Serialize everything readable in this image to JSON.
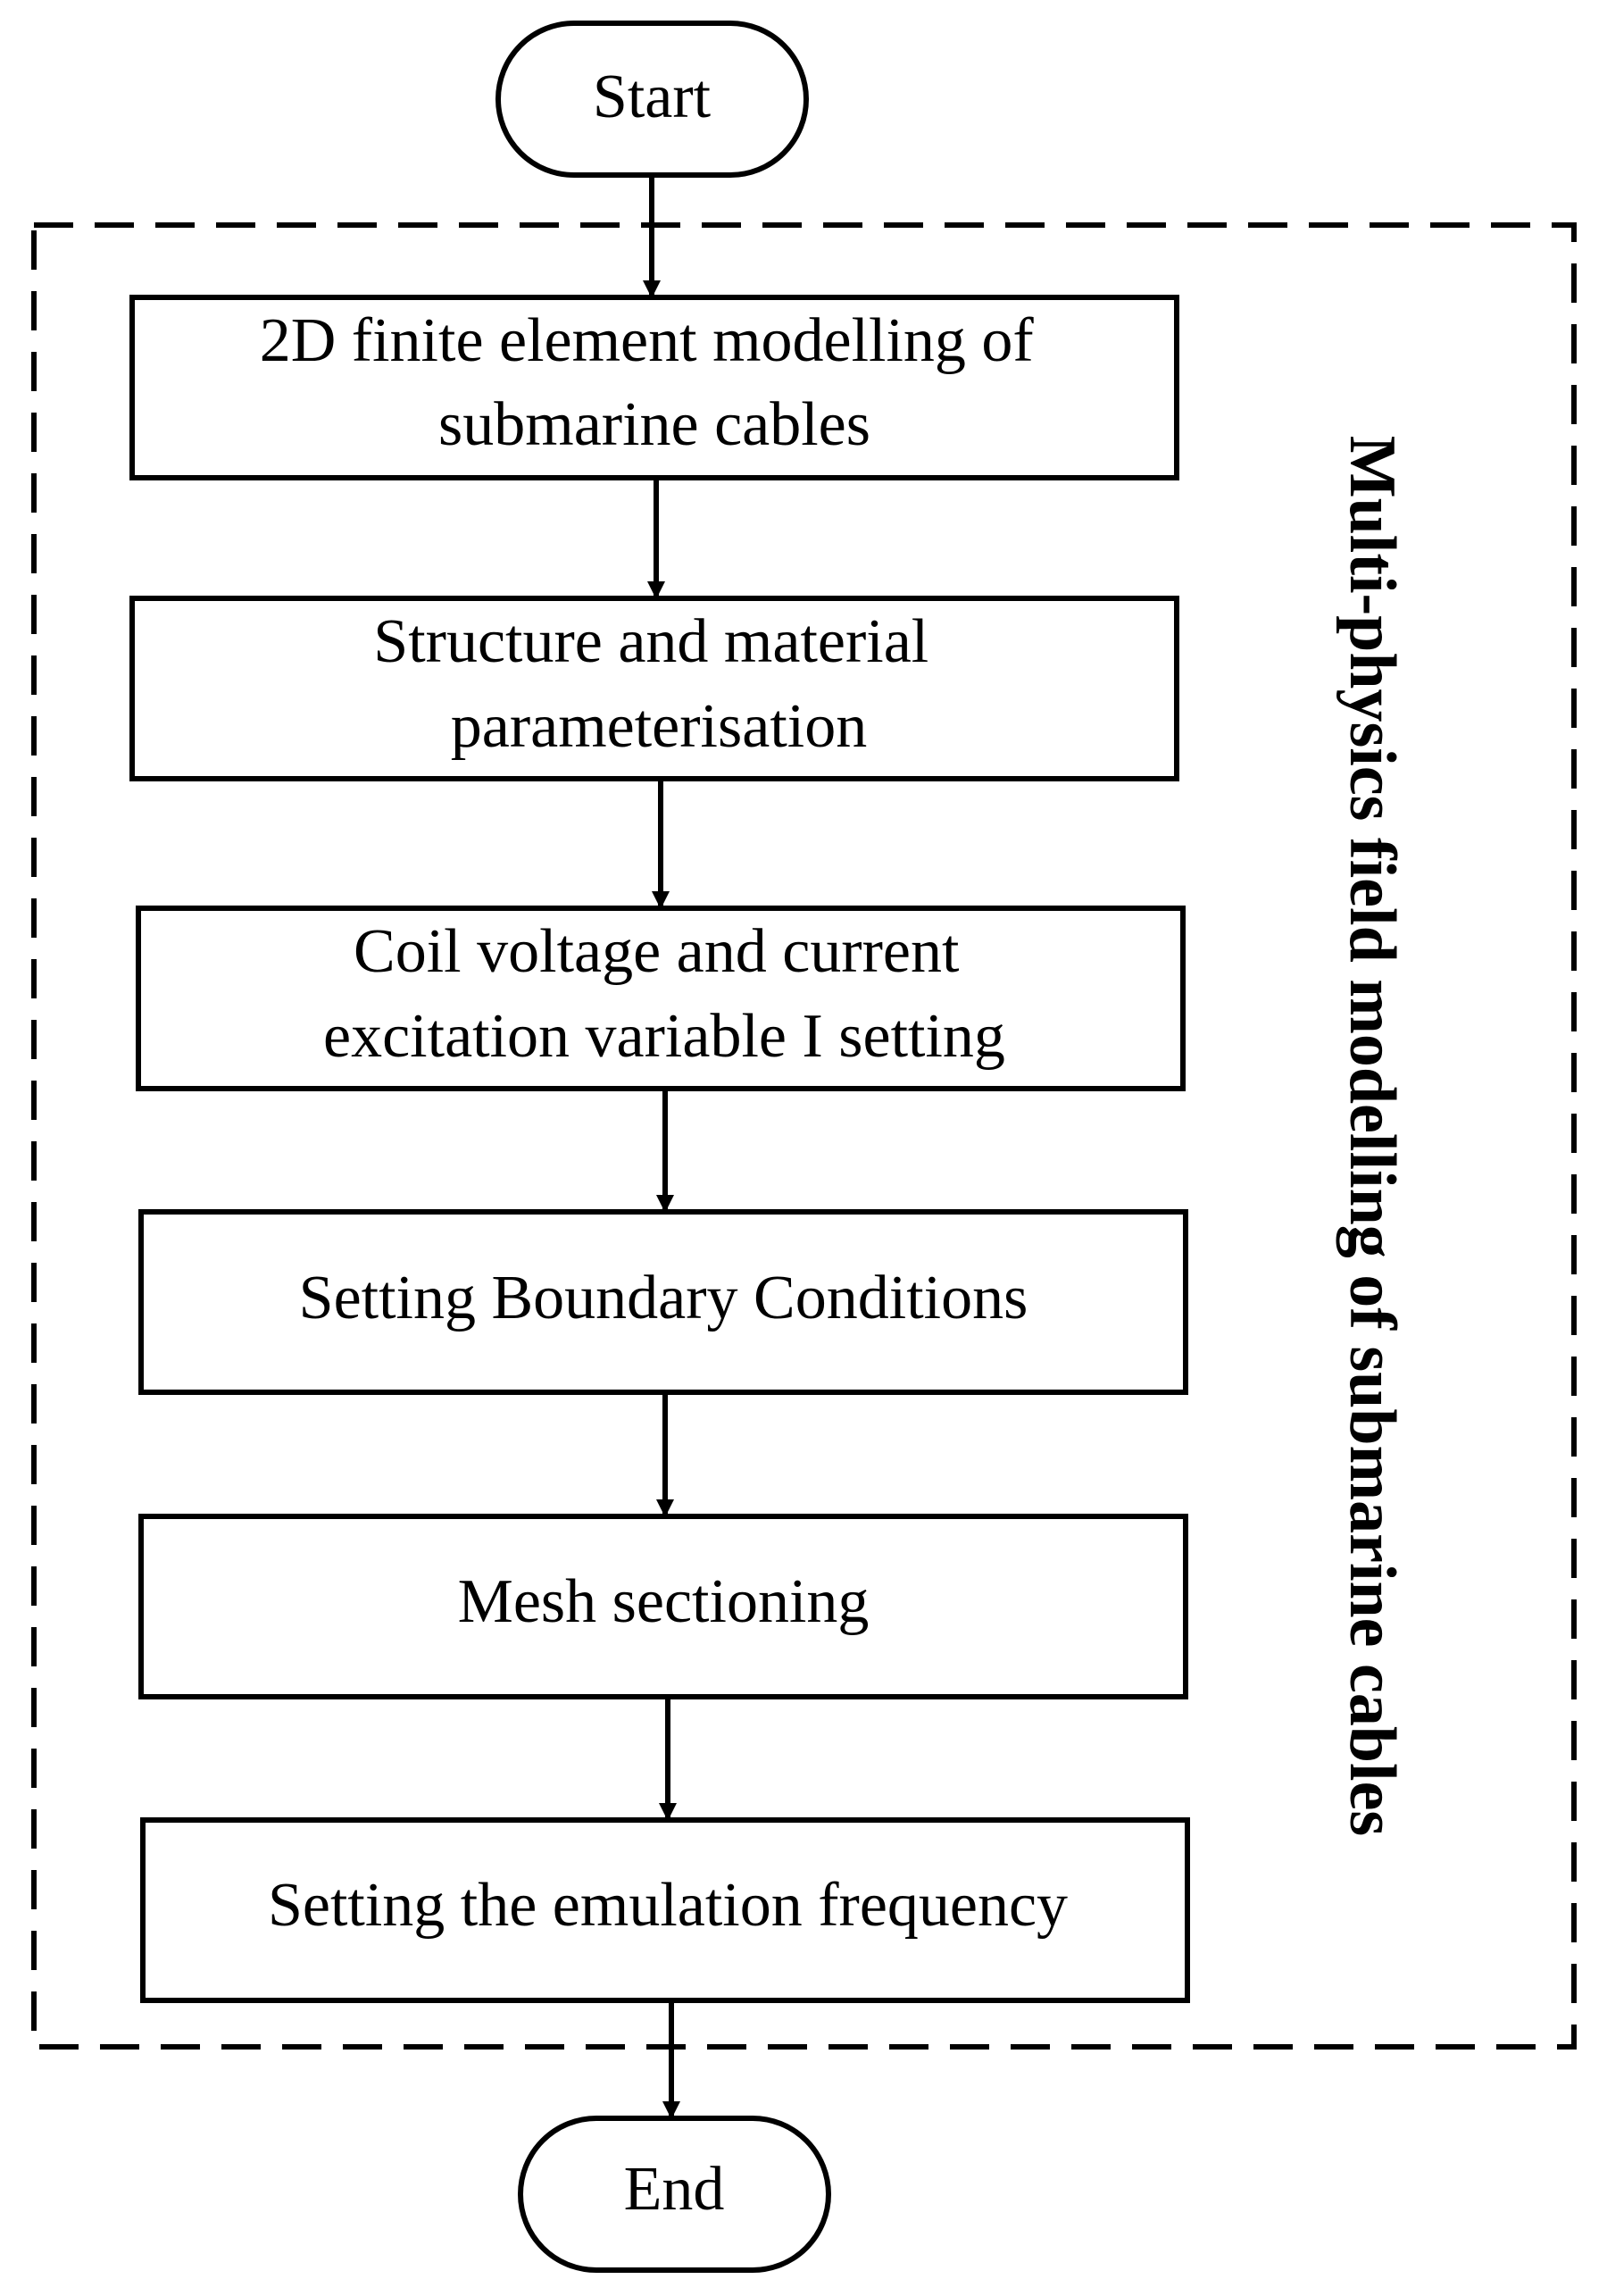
{
  "diagram": {
    "start_label": "Start",
    "end_label": "End",
    "group_label": "Multi-physics field modelling of submarine cables",
    "steps": [
      {
        "lines": [
          "2D finite element modelling of",
          "submarine cables"
        ]
      },
      {
        "lines": [
          "Structure and material",
          "parameterisation"
        ]
      },
      {
        "lines": [
          "Coil voltage and current",
          "excitation variable I setting"
        ]
      },
      {
        "lines": [
          "Setting Boundary Conditions"
        ]
      },
      {
        "lines": [
          "Mesh sectioning"
        ]
      },
      {
        "lines": [
          "Setting the emulation frequency"
        ]
      }
    ],
    "colors": {
      "stroke": "#000000",
      "background": "#ffffff"
    }
  }
}
